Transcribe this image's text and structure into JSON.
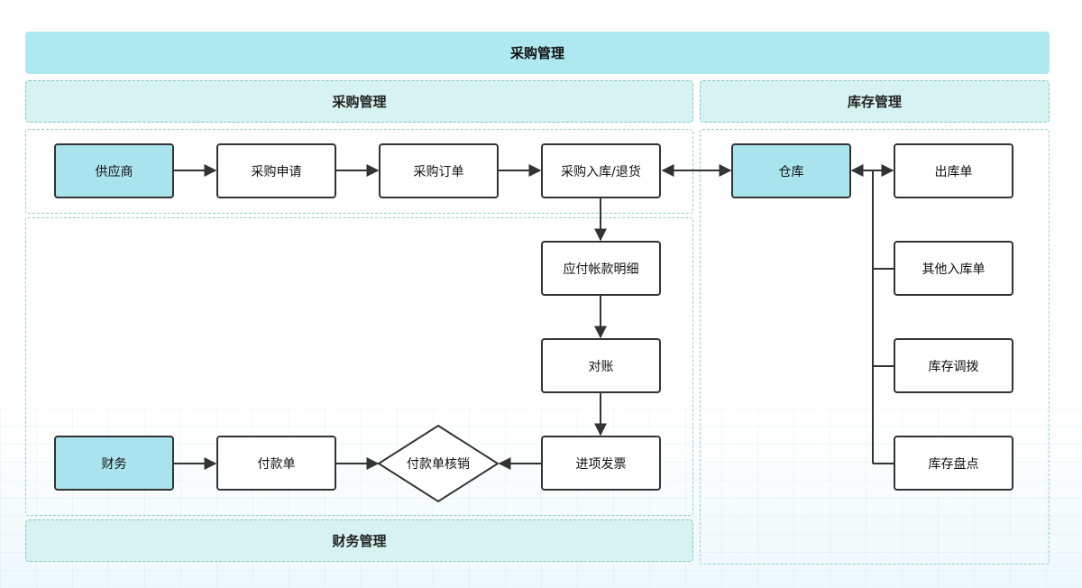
{
  "title": "采购管理",
  "sections": {
    "purchase": "采购管理",
    "inventory": "库存管理",
    "finance": "财务管理"
  },
  "nodes": {
    "supplier": "供应商",
    "purchase_request": "采购申请",
    "purchase_order": "采购订单",
    "purchase_inbound_return": "采购入库/退货",
    "payable_detail": "应付帐款明细",
    "reconciliation": "对账",
    "input_invoice": "进项发票",
    "payment_writeoff": "付款单核销",
    "payment_slip": "付款单",
    "finance": "财务",
    "warehouse": "仓库",
    "outbound_slip": "出库单",
    "other_inbound_slip": "其他入库单",
    "stock_transfer": "库存调拨",
    "stock_count": "库存盘点"
  },
  "colors": {
    "title_bg": "#aee9f1",
    "section_bg": "#d7f3f1",
    "accent_node": "#a9e4ee",
    "border": "#333333"
  }
}
